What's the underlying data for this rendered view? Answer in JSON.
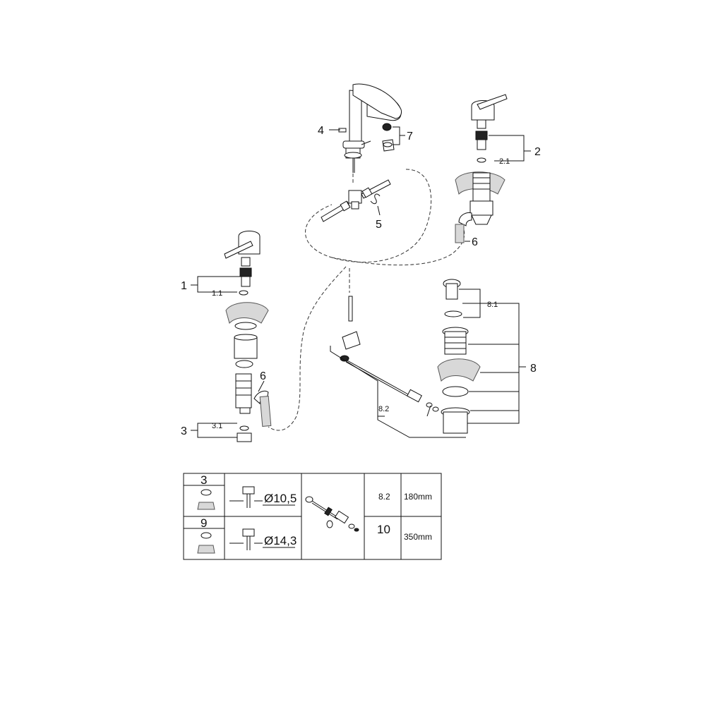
{
  "callouts": {
    "p1": "1",
    "p1_1": "1.1",
    "p2": "2",
    "p2_1": "2.1",
    "p3": "3",
    "p3_1": "3.1",
    "p4": "4",
    "p5": "5",
    "p6_left": "6",
    "p6_right": "6",
    "p7": "7",
    "p8": "8",
    "p8_1": "8.1",
    "p8_2": "8.2"
  },
  "table": {
    "row1": {
      "kit": "3",
      "diameter": "Ø10,5",
      "ref": "8.2",
      "length": "180mm"
    },
    "row2": {
      "kit": "9",
      "diameter": "Ø14,3",
      "ref": "10",
      "length": "350mm"
    }
  }
}
